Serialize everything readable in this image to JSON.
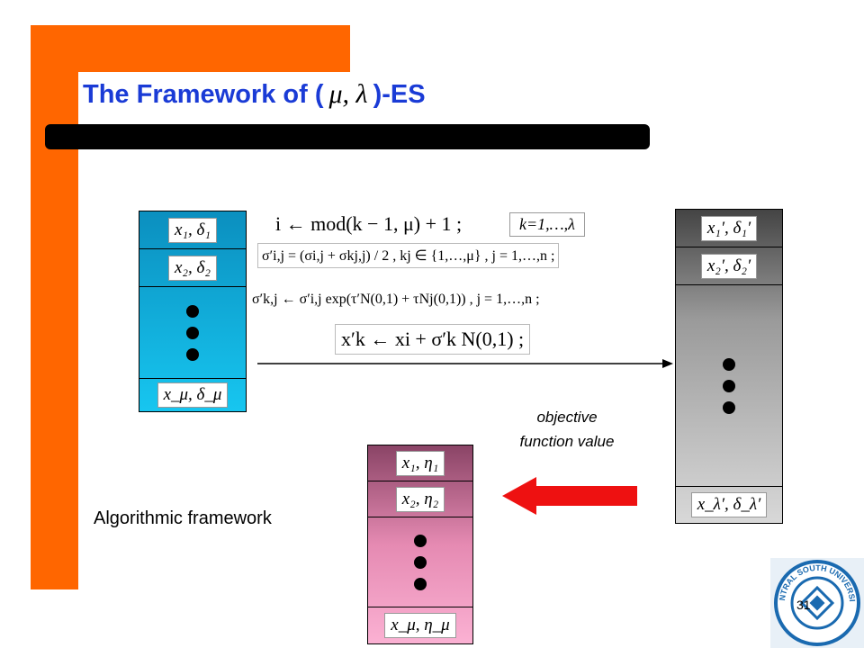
{
  "title": {
    "prefix": "The Framework of (",
    "symbol": "μ, λ",
    "suffix": ")-ES"
  },
  "parents": {
    "cells": [
      "x₁, δ₁",
      "x₂, δ₂",
      "x_μ, δ_μ"
    ]
  },
  "offspring": {
    "cells": [
      "x₁′, δ₁′",
      "x₂′, δ₂′",
      "x_λ′, δ_λ′"
    ]
  },
  "selected": {
    "cells": [
      "x₁, η₁",
      "x₂, η₂",
      "x_μ, η_μ"
    ]
  },
  "equations": {
    "line1": "i ← mod(k − 1, μ) + 1 ;",
    "loop": "k=1,…,λ",
    "line2": "σ′i,j = (σi,j + σkj,j) / 2 ,  kj ∈ {1,…,μ} ,  j = 1,…,n ;",
    "line3": "σ′k,j ← σ′i,j exp(τ′N(0,1) + τNj(0,1)) ,  j = 1,…,n ;",
    "line4": "x′k ← xi + σ′k N(0,1) ;"
  },
  "objective_label": "objective function value",
  "algorithmic_label": "Algorithmic framework",
  "page_number": "31",
  "logo": {
    "text": "CENTRAL SOUTH UNIVERSITY",
    "color": "#1a6ab0"
  },
  "colors": {
    "orange": "#ff6600",
    "title_blue": "#1a3bd6",
    "arrow_red": "#ee1111"
  }
}
